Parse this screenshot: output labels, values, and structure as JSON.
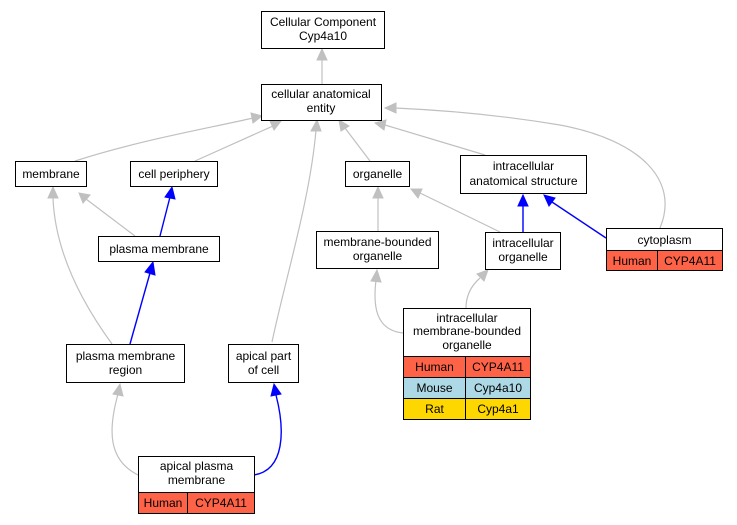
{
  "colors": {
    "human": "#ff6347",
    "mouse": "#add8e6",
    "rat": "#ffd700",
    "edge_is_a": "#c0c0c0",
    "edge_part_of": "#0000ff"
  },
  "nodes": {
    "root": {
      "lines": [
        "Cellular Component",
        "Cyp4a10"
      ]
    },
    "cae": {
      "lines": [
        "cellular anatomical",
        "entity"
      ]
    },
    "membrane": {
      "lines": [
        "membrane"
      ]
    },
    "cell_periphery": {
      "lines": [
        "cell periphery"
      ]
    },
    "organelle": {
      "lines": [
        "organelle"
      ]
    },
    "ias": {
      "lines": [
        "intracellular",
        "anatomical structure"
      ]
    },
    "plasma_membrane": {
      "lines": [
        "plasma membrane"
      ]
    },
    "mbo": {
      "lines": [
        "membrane-bounded",
        "organelle"
      ]
    },
    "io": {
      "lines": [
        "intracellular",
        "organelle"
      ]
    },
    "cytoplasm": {
      "lines": [
        "cytoplasm"
      ],
      "rows": [
        [
          "Human",
          "CYP4A11"
        ]
      ]
    },
    "imbo": {
      "lines": [
        "intracellular",
        "membrane-bounded",
        "organelle"
      ],
      "rows": [
        [
          "Human",
          "CYP4A11"
        ],
        [
          "Mouse",
          "Cyp4a10"
        ],
        [
          "Rat",
          "Cyp4a1"
        ]
      ]
    },
    "pmr": {
      "lines": [
        "plasma membrane",
        "region"
      ]
    },
    "apc": {
      "lines": [
        "apical part",
        "of cell"
      ]
    },
    "apm": {
      "lines": [
        "apical plasma",
        "membrane"
      ],
      "rows": [
        [
          "Human",
          "CYP4A11"
        ]
      ]
    }
  }
}
